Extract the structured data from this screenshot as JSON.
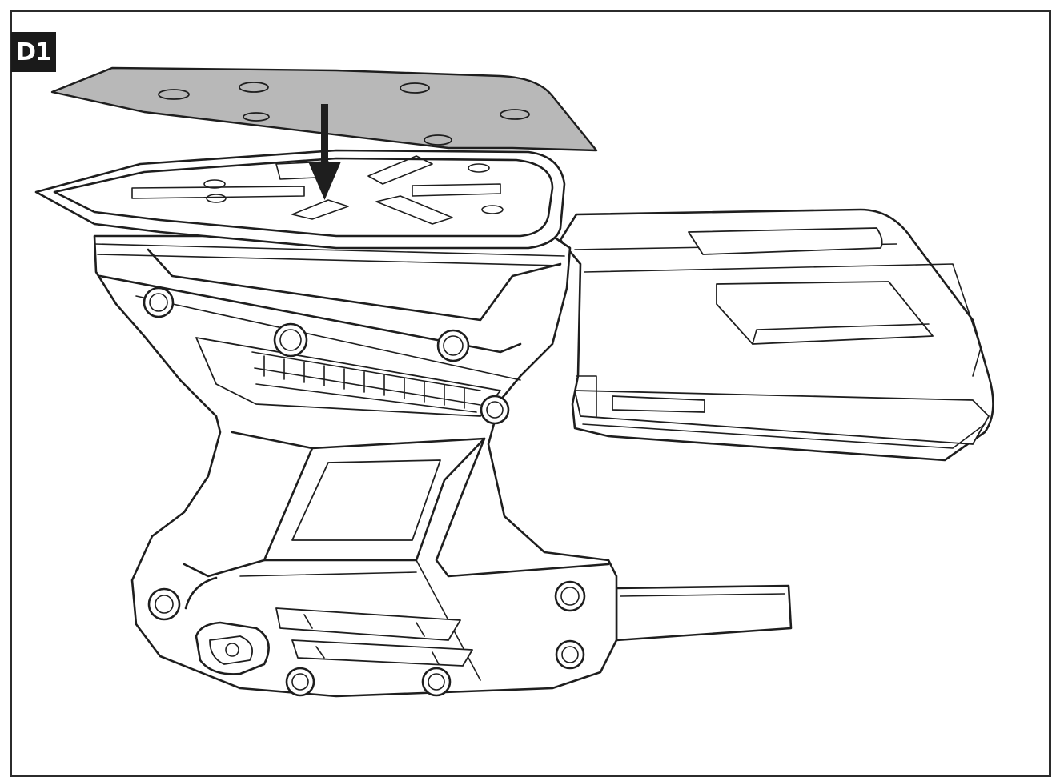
{
  "figure": {
    "label": "D1"
  },
  "colors": {
    "ink": "#1e1e1e",
    "sanding_sheet": "#b8b8b8",
    "label_bg": "#1a1a1a",
    "label_text": "#ffffff"
  },
  "parts": [
    "sanding-sheet",
    "press-arrow",
    "sanding-pad",
    "sander-body",
    "dust-box",
    "power-cord"
  ]
}
